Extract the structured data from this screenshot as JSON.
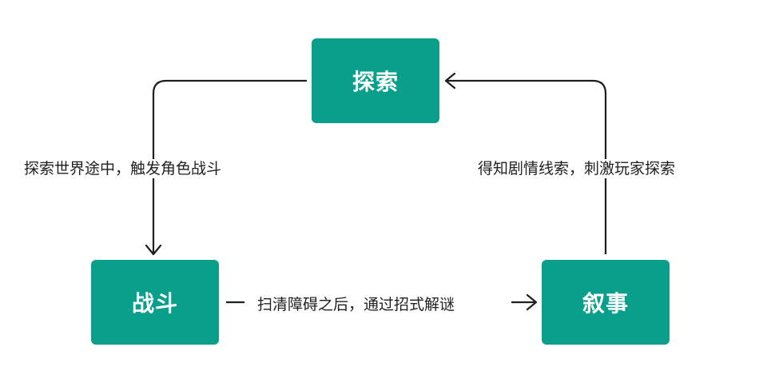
{
  "nodes": {
    "explore": "探索",
    "battle": "战斗",
    "narrative": "叙事"
  },
  "edges": {
    "explore_to_battle": "探索世界途中，触发角色战斗",
    "battle_to_narrative": "扫清障碍之后，通过招式解谜",
    "narrative_to_explore": "得知剧情线索，刺激玩家探索"
  },
  "colors": {
    "node_fill": "#0a9f8a",
    "node_text": "#ffffff",
    "line": "#1f1f1f"
  }
}
